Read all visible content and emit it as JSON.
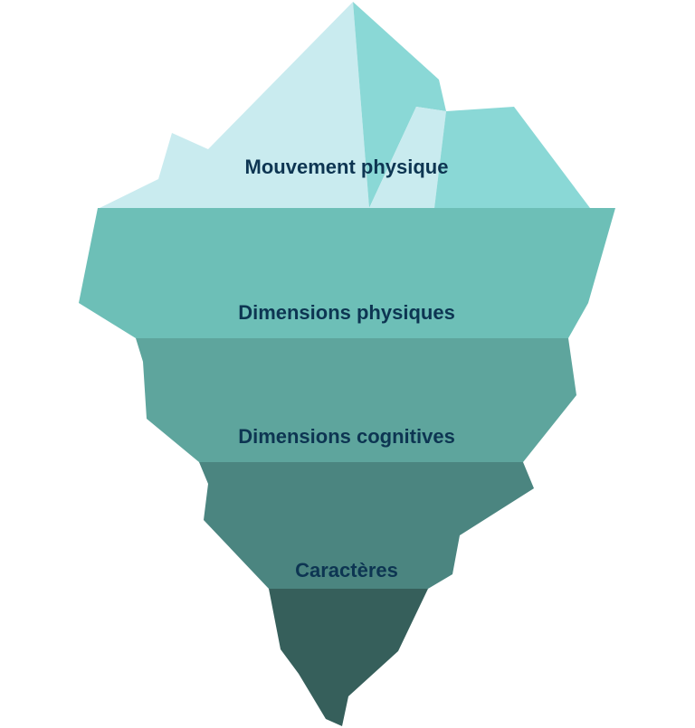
{
  "layers": [
    {
      "label": "Mouvement physique"
    },
    {
      "label": "Dimensions physiques"
    },
    {
      "label": "Dimensions cognitives"
    },
    {
      "label": "Caractères"
    }
  ],
  "colors": {
    "tip_light": "#c9ebef",
    "tip_mid": "#8ad8d6",
    "layer_1": "#6dbfb7",
    "layer_2": "#5ea59d",
    "layer_3": "#4b8580",
    "layer_4": "#365f5b",
    "label_text": "#0d3552"
  }
}
